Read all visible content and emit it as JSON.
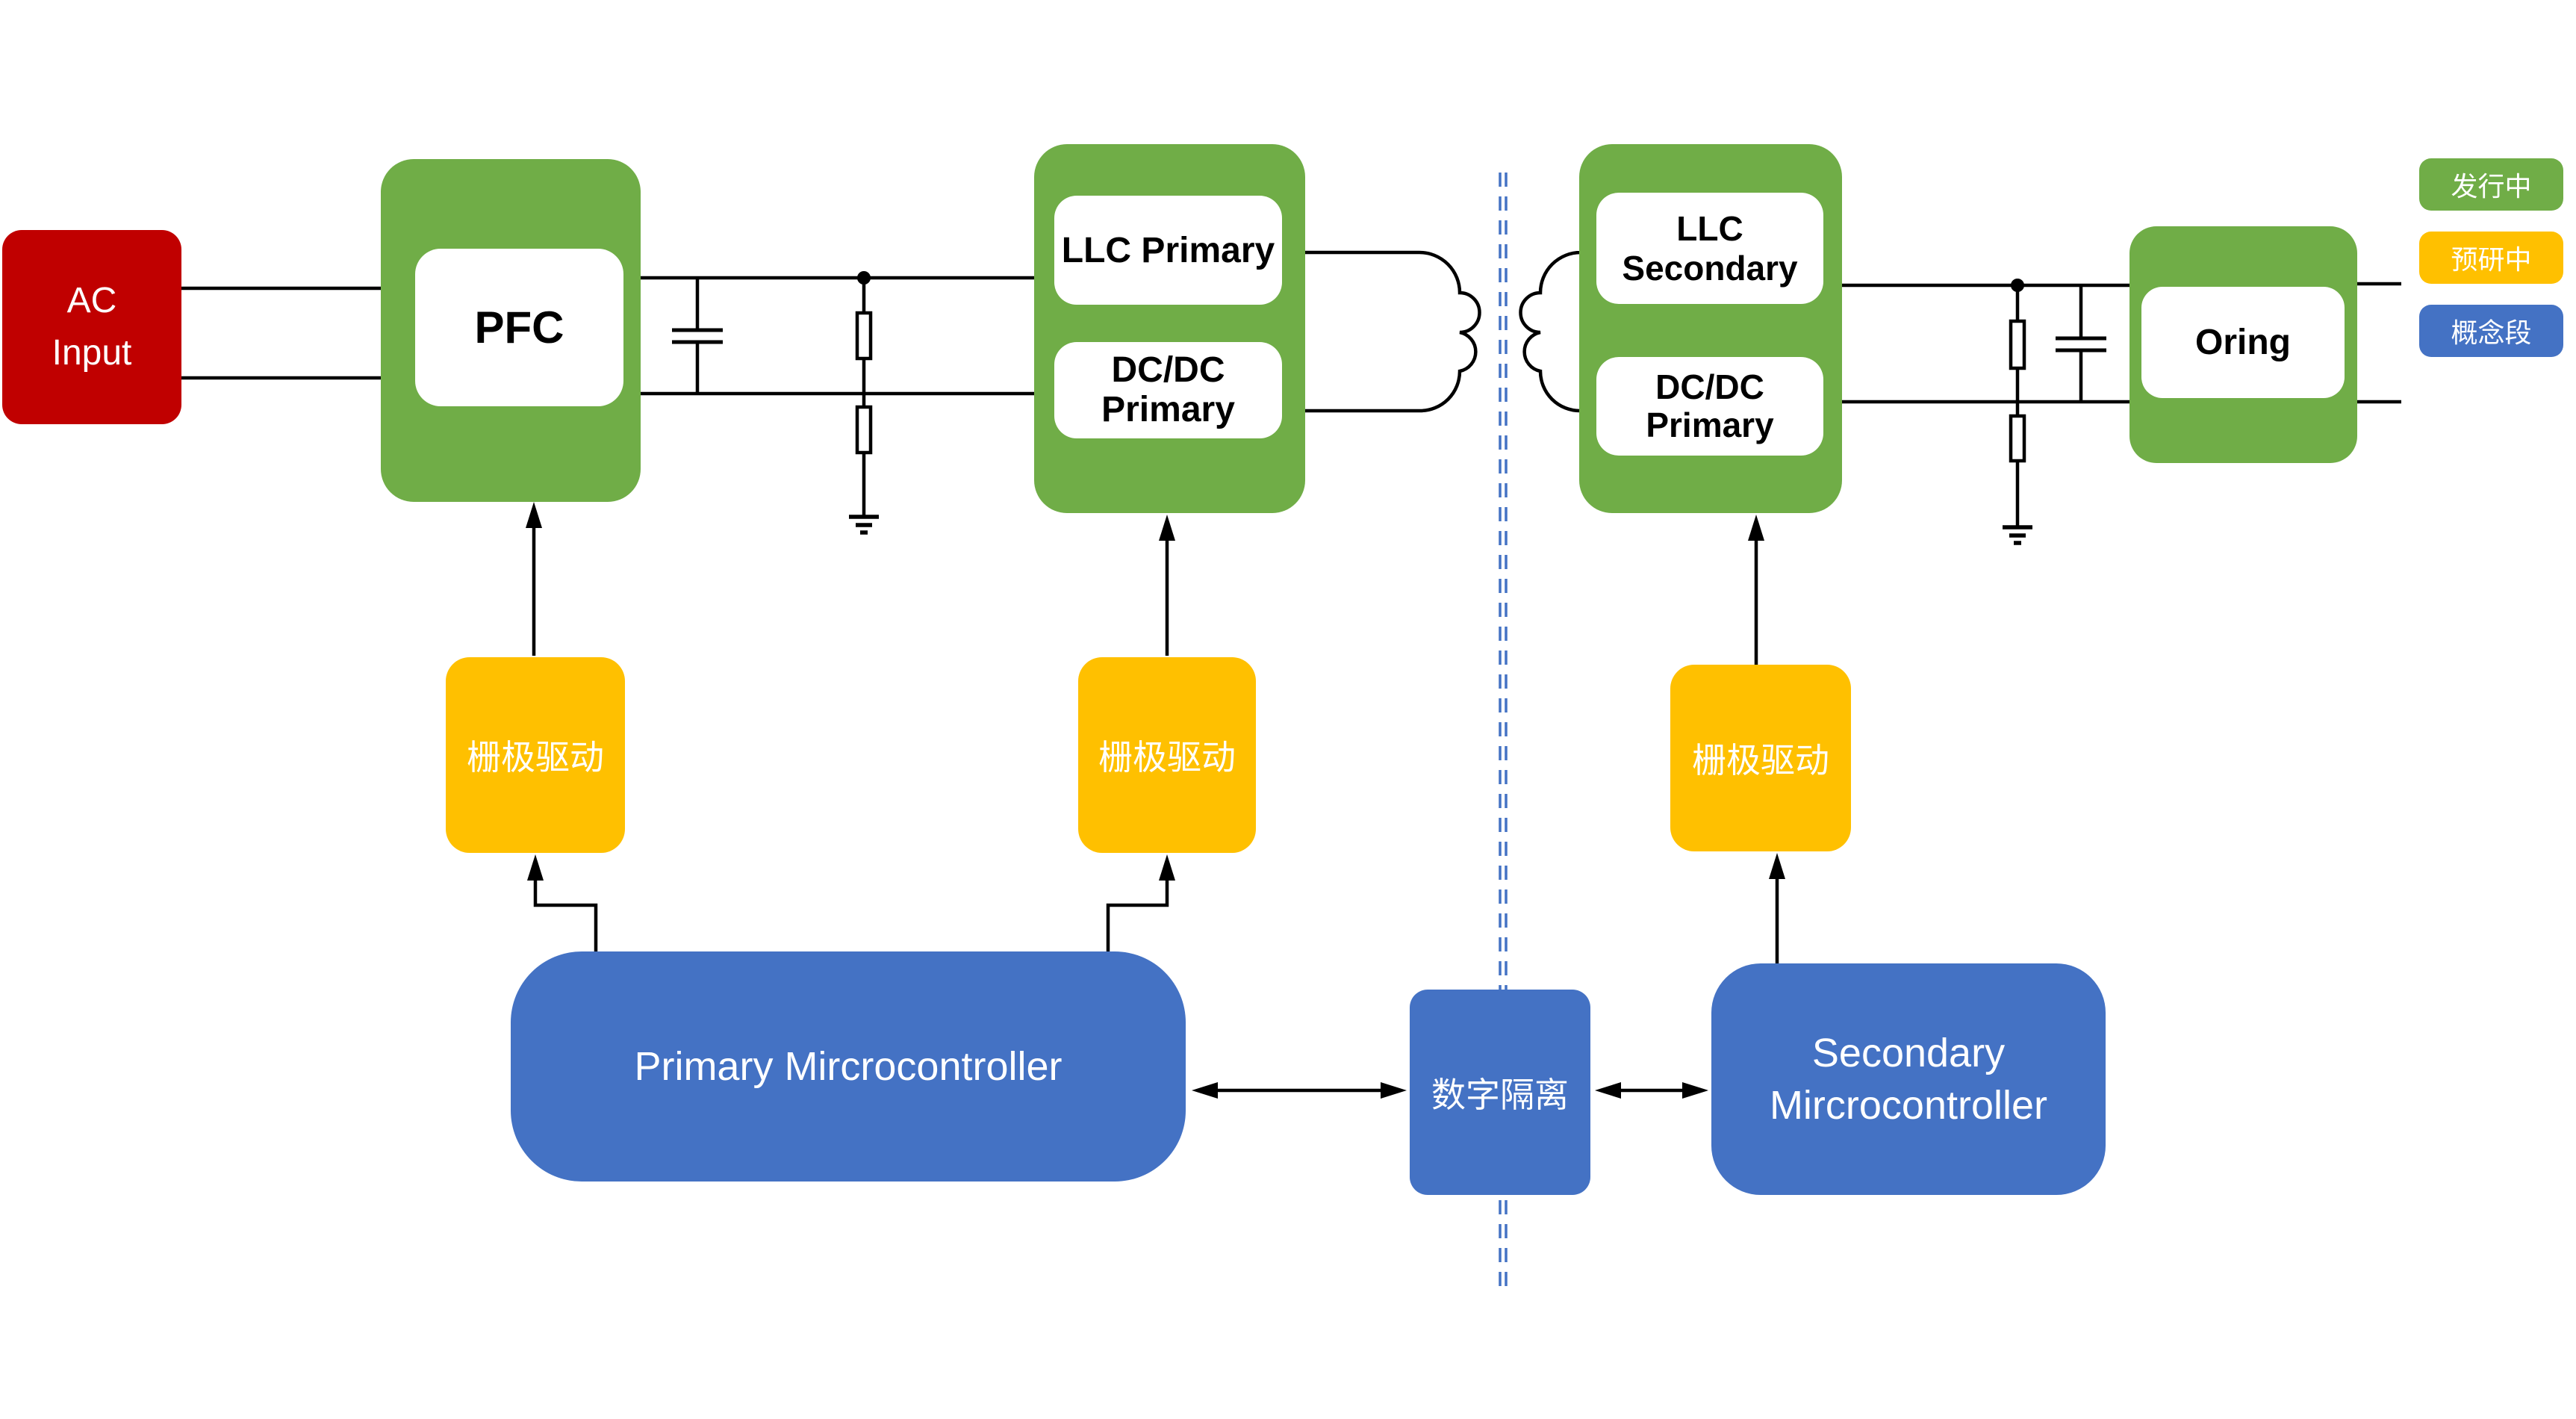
{
  "diagram": {
    "ac_input": {
      "line1": "AC",
      "line2": "Input"
    },
    "pfc": {
      "label": "PFC"
    },
    "llc_primary": {
      "label": "LLC Primary"
    },
    "dcdc_primary_left": {
      "line1": "DC/DC",
      "line2": "Primary"
    },
    "llc_secondary": {
      "line1": "LLC",
      "line2": "Secondary"
    },
    "dcdc_primary_right": {
      "line1": "DC/DC",
      "line2": "Primary"
    },
    "oring": {
      "label": "Oring"
    },
    "gate_drives": [
      {
        "label": "栅极驱动"
      },
      {
        "label": "栅极驱动"
      },
      {
        "label": "栅极驱动"
      }
    ],
    "primary_mcu": {
      "label": "Primary Mircrocontroller"
    },
    "digital_isolation": {
      "label": "数字隔离"
    },
    "secondary_mcu": {
      "line1": "Secondary",
      "line2": "Mircrocontroller"
    }
  },
  "legend": {
    "items": [
      {
        "label": "发行中",
        "color": "#70AD47"
      },
      {
        "label": "预研中",
        "color": "#FFC000"
      },
      {
        "label": "概念段",
        "color": "#4472C4"
      }
    ]
  },
  "colors": {
    "ac_red": "#C00000",
    "stage_green": "#70AD47",
    "preresearch_amber": "#FFC000",
    "concept_blue": "#4472C4",
    "wire_black": "#000000",
    "isolation_dash_blue": "#4472C4",
    "inner_white": "#FFFFFF"
  }
}
